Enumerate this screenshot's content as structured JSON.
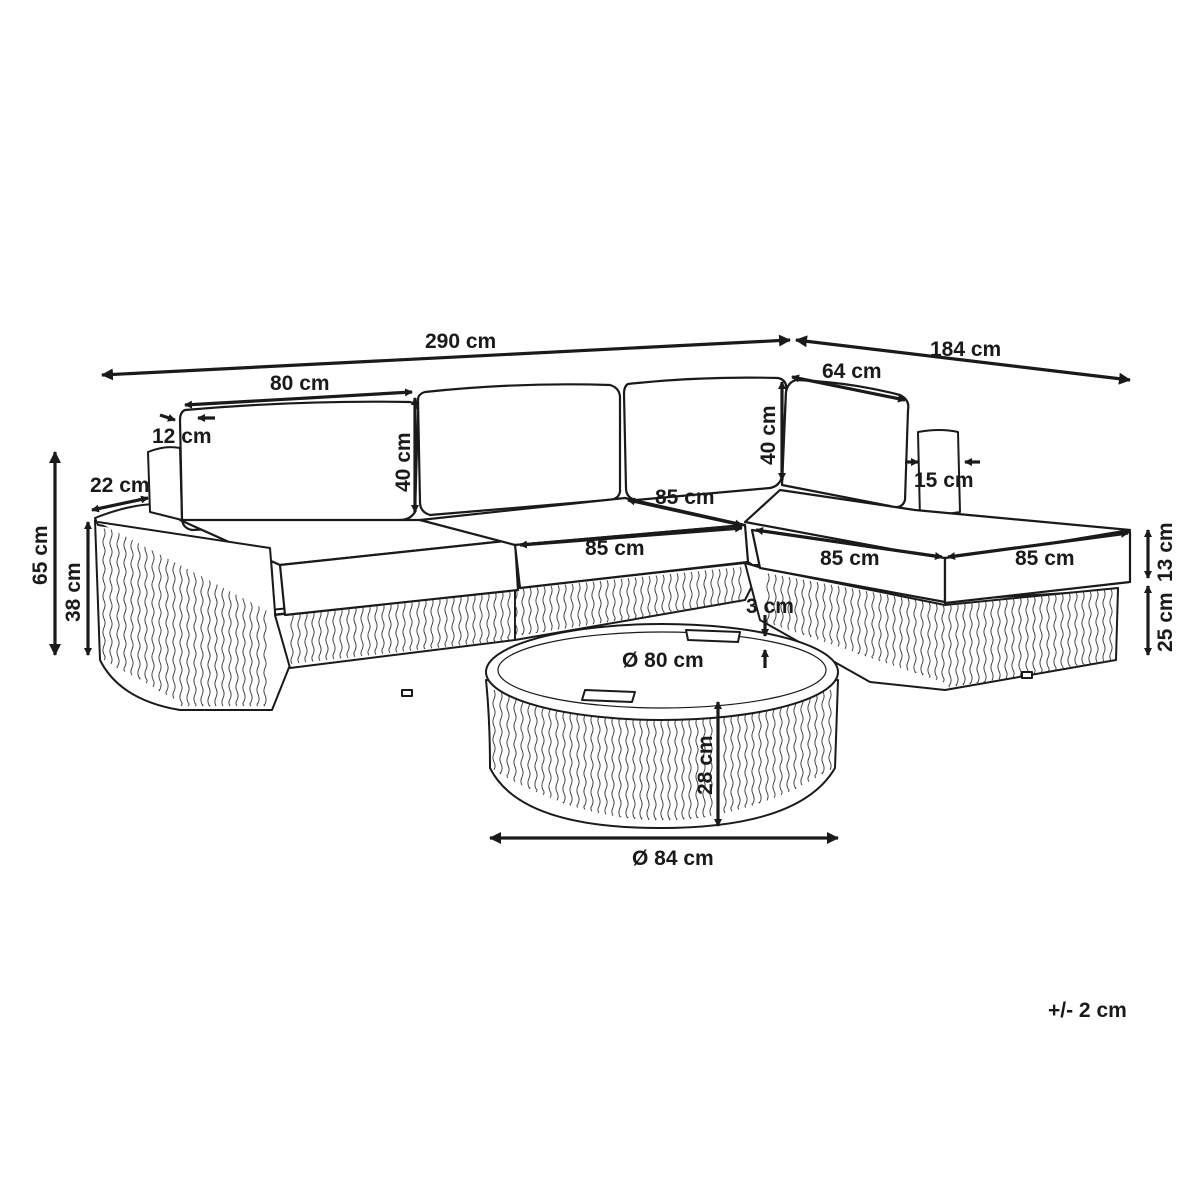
{
  "colors": {
    "ink": "#1a1a1a",
    "background": "#ffffff"
  },
  "dimensions": {
    "total_length": "290 cm",
    "chaise_length": "184 cm",
    "cushion_width_left": "80 cm",
    "armrest_top": "12 cm",
    "back_cushion_height_left": "40 cm",
    "back_cushion_height_right": "40 cm",
    "back_cushion_width_right": "64 cm",
    "right_armrest": "15 cm",
    "left_arm_depth": "22 cm",
    "total_height": "65 cm",
    "seat_height": "38 cm",
    "middle_depth": "85 cm",
    "middle_width": "85 cm",
    "chaise_width": "85 cm",
    "chaise_depth": "85 cm",
    "seat_cushion_thickness": "13 cm",
    "base_height": "25 cm",
    "tabletop_thickness": "3 cm",
    "tabletop_diameter": "Ø 80 cm",
    "table_height": "28 cm",
    "table_diameter": "Ø 84 cm"
  },
  "tolerance": "+/- 2 cm"
}
